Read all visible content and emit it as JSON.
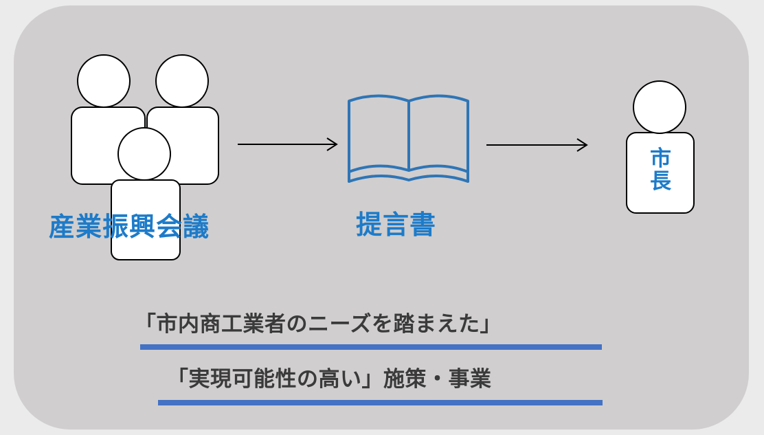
{
  "diagram": {
    "council_label": "産業振興会議",
    "proposal_label": "提言書",
    "mayor_label": "市長",
    "caption_line1": "「市内商工業者のニーズを踏まえた」",
    "caption_line2": "「実現可能性の高い」施策・事業"
  },
  "colors": {
    "panel_background": "#d0cece",
    "label_blue": "#1d7bc9",
    "book_blue": "#2e75b6",
    "underline_blue": "#4472c4",
    "caption_text": "#3a3a3a"
  },
  "icons": [
    "people-group-icon",
    "open-book-icon",
    "person-icon",
    "arrow-right-icon"
  ]
}
